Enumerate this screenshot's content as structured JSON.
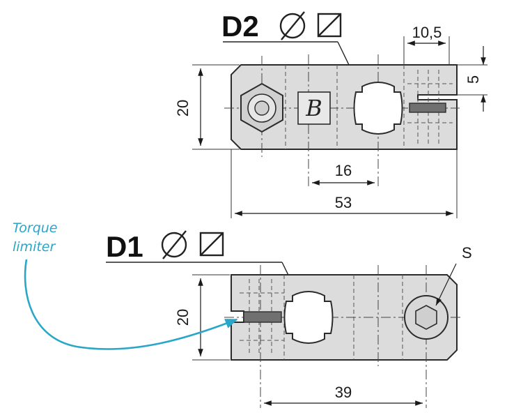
{
  "top_view": {
    "label": "D2",
    "dim_height": "20",
    "dim_top_width": "10,5",
    "dim_side": "5",
    "dim_center": "16",
    "dim_total": "53"
  },
  "bottom_view": {
    "label": "D1",
    "dim_height": "20",
    "dim_width": "39",
    "screw_label": "S"
  },
  "annotation": {
    "line1": "Torque",
    "line2": "limiter",
    "color": "#2aa6c8"
  },
  "colors": {
    "body": "#dcdcdc",
    "outline": "#2b2b2b",
    "insert": "#707070"
  },
  "icons": {
    "diameter": "diameter-symbol-icon",
    "square": "square-symbol-icon",
    "hex_nut": "hex-nut-icon",
    "socket_screw": "hex-socket-screw-icon",
    "logo": "brand-logo-icon"
  }
}
